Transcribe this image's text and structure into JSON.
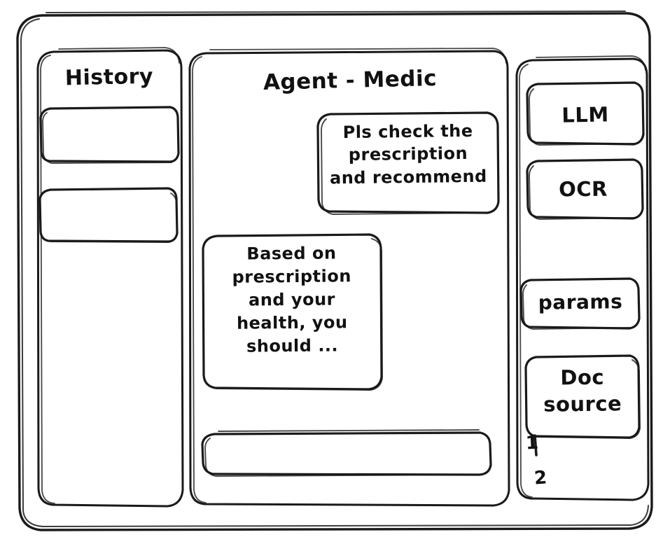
{
  "window": {
    "name": "agent-chat-wireframe"
  },
  "sidebar_history": {
    "title": "History",
    "items": [
      {
        "label": ""
      },
      {
        "label": ""
      }
    ]
  },
  "main": {
    "title": "Agent - Medic",
    "messages": [
      {
        "role": "user",
        "text": "Pls check the\nprescription\nand recommend"
      },
      {
        "role": "agent",
        "text": "Based on\nprescription\nand your\nhealth, you\nshould ..."
      }
    ],
    "composer": {
      "value": "",
      "placeholder": ""
    }
  },
  "tools_panel": {
    "items": [
      {
        "label": "LLM"
      },
      {
        "label": "OCR"
      },
      {
        "label": "params"
      },
      {
        "label": "Doc\nsource"
      }
    ],
    "doc_sources": [
      {
        "label": "1"
      },
      {
        "label": "2"
      }
    ]
  },
  "colors": {
    "ink": "#1a1a1a",
    "paper": "#ffffff"
  }
}
